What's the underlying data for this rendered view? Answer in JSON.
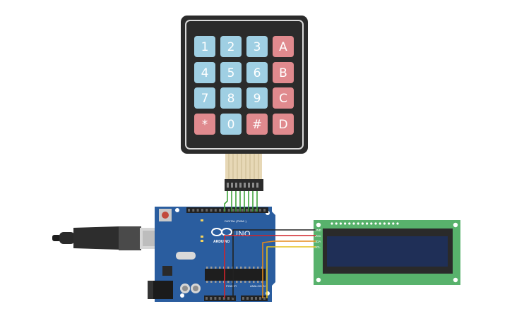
{
  "keypad": {
    "rows": [
      [
        {
          "label": "1",
          "type": "num"
        },
        {
          "label": "2",
          "type": "num"
        },
        {
          "label": "3",
          "type": "num"
        },
        {
          "label": "A",
          "type": "fn"
        }
      ],
      [
        {
          "label": "4",
          "type": "num"
        },
        {
          "label": "5",
          "type": "num"
        },
        {
          "label": "6",
          "type": "num"
        },
        {
          "label": "B",
          "type": "fn"
        }
      ],
      [
        {
          "label": "7",
          "type": "num"
        },
        {
          "label": "8",
          "type": "num"
        },
        {
          "label": "9",
          "type": "num"
        },
        {
          "label": "C",
          "type": "fn"
        }
      ],
      [
        {
          "label": "*",
          "type": "fn"
        },
        {
          "label": "0",
          "type": "num"
        },
        {
          "label": "#",
          "type": "fn"
        },
        {
          "label": "D",
          "type": "fn"
        }
      ]
    ]
  },
  "arduino": {
    "logo_text": "UNO",
    "brand_text": "ARDUINO",
    "digital_label": "DIGITAL (PWM~)",
    "power_label": "POWER",
    "analog_label": "ANALOG IN"
  },
  "lcd": {
    "pins": [
      "GND",
      "VCC",
      "SDA",
      "SCL"
    ]
  },
  "colors": {
    "key_num": "#9fcfe3",
    "key_fn": "#e08a8e",
    "keypad_body": "#2b2b2b",
    "board": "#2a5d9f",
    "lcd_pcb": "#58b26c",
    "lcd_screen": "#1f2f57",
    "wire_green": "#3fa33a",
    "wire_red": "#d1232a",
    "wire_black": "#222222",
    "wire_orange": "#e58a1a",
    "wire_yellow": "#e6c21c"
  }
}
